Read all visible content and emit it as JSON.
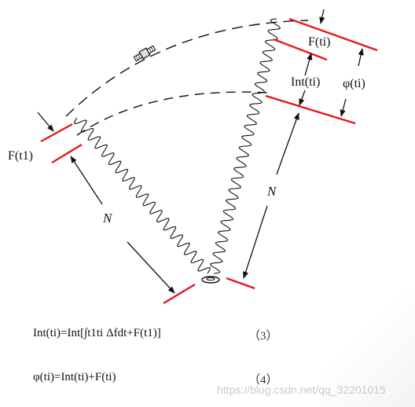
{
  "labels": {
    "f_t1": "F(t1)",
    "f_ti": "F(ti)",
    "int_ti": "Int(ti)",
    "phi_ti": "φ(ti)",
    "n_left": "N",
    "n_right": "N"
  },
  "equations": [
    {
      "text": "Int(ti)=Int[∫t1ti Δfdt+F(t1)]",
      "number": "（3）"
    },
    {
      "text": "φ(ti)=Int(ti)+F(ti)",
      "number": "（4）"
    }
  ],
  "watermark": "https://blog.csdn.net/qq_32201015",
  "colors": {
    "marker": "#e8141c",
    "ink": "#111111"
  },
  "icons": [
    "satellite-icon",
    "ground-antenna-icon"
  ]
}
